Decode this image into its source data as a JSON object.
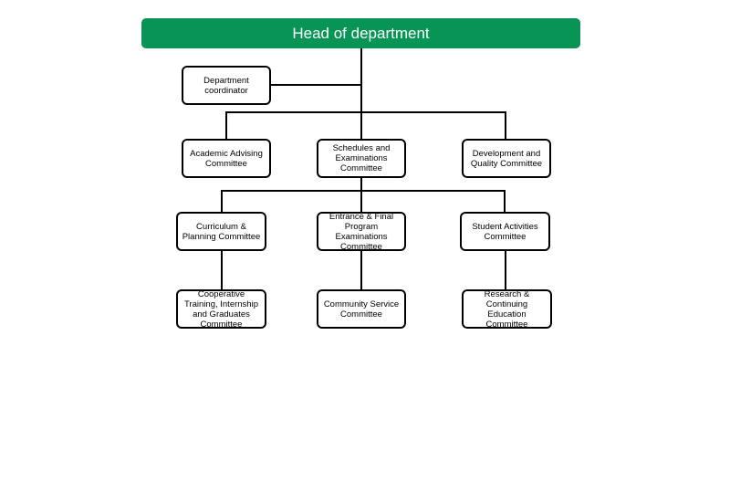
{
  "head": "Head of department",
  "coordinator": "Department coordinator",
  "level1": {
    "left": "Academic Advising Committee",
    "center": "Schedules and Examinations Committee",
    "right": "Development and Quality Committee"
  },
  "level2": {
    "left": "Curriculum & Planning Committee",
    "center": "Entrance & Final Program Examinations Committee",
    "right": "Student Activities Committee"
  },
  "level3": {
    "left": "Cooperative Training, Internship and Graduates Committee",
    "center": "Community Service Committee",
    "right": "Research & Continuing Education Committee"
  },
  "colors": {
    "head_fill": "#079455",
    "head_text": "#ffffff",
    "box_border": "#000000",
    "connector": "#000000"
  }
}
